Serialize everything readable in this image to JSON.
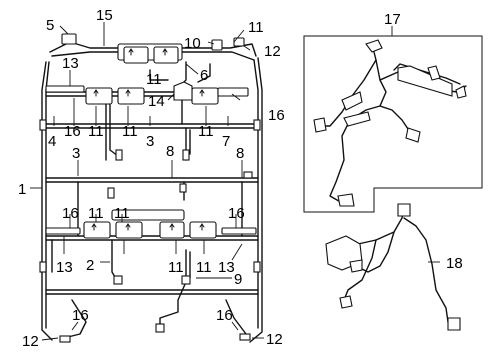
{
  "labels": {
    "l15": "15",
    "l11_topright": "11",
    "l5": "5",
    "l10": "10",
    "l12_top": "12",
    "l13_top": "13",
    "l11_a": "11",
    "l6": "6",
    "l14": "14",
    "l16_right": "16",
    "l16_left": "16",
    "l11_b": "11",
    "l11_c": "11",
    "l11_d": "11",
    "l3_a": "3",
    "l7": "7",
    "l4": "4",
    "l3_b": "3",
    "l8_a": "8",
    "l8_b": "8",
    "l1": "1",
    "l16_lower_left": "16",
    "l11_e": "11",
    "l11_f": "11",
    "l16_lower_right": "16",
    "l13_lower_left": "13",
    "l2": "2",
    "l11_g": "11",
    "l11_h": "11",
    "l13_lower_right": "13",
    "l9": "9",
    "l16_bottom_left": "16",
    "l12_bottom_left": "12",
    "l16_bottom_right": "16",
    "l12_bottom_right": "12",
    "l17": "17",
    "l18": "18"
  }
}
